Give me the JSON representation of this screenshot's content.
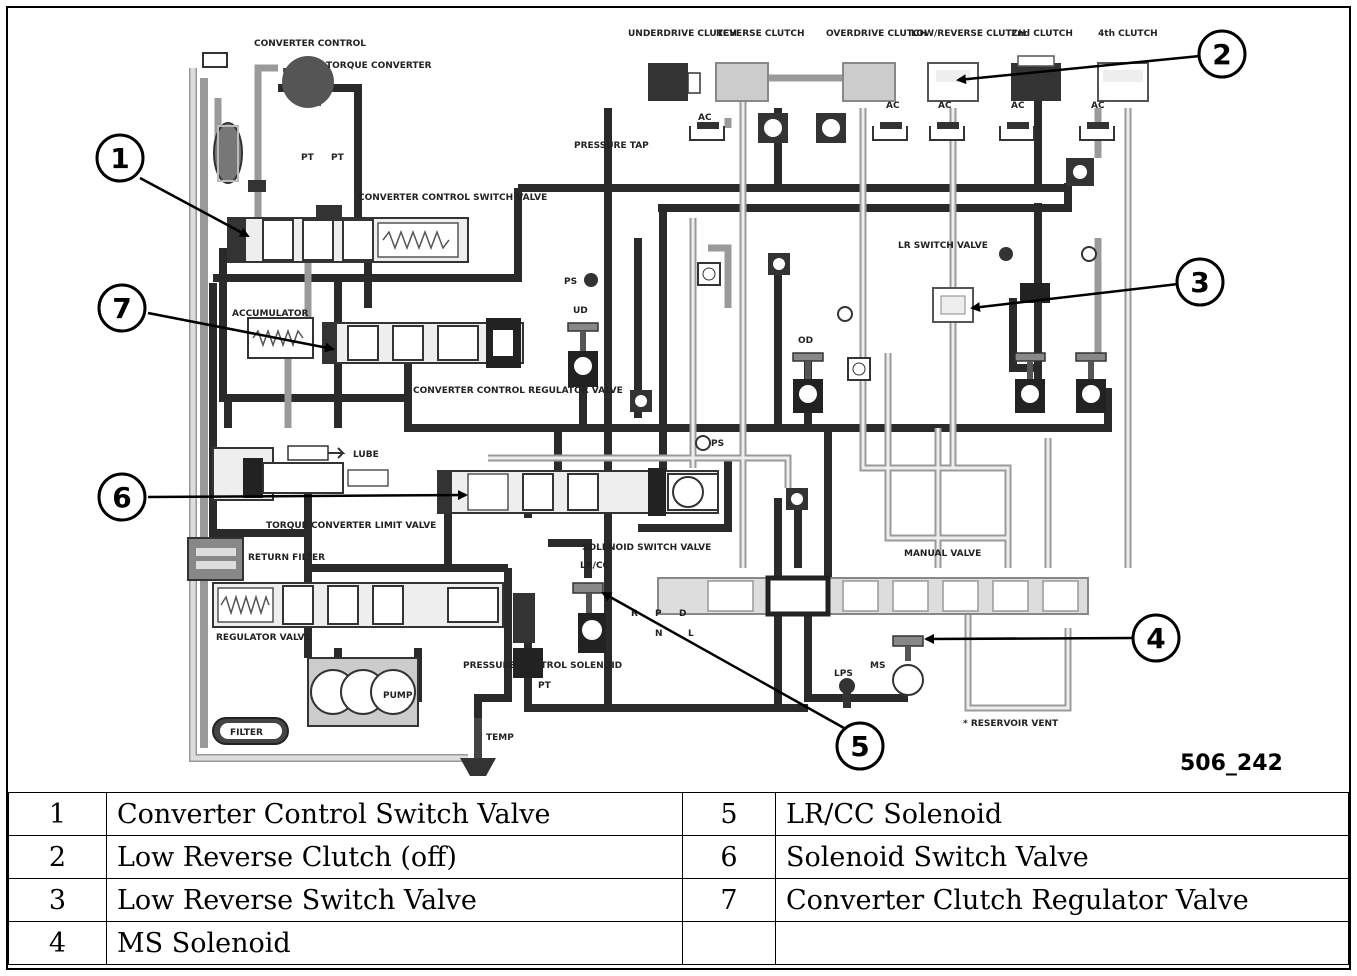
{
  "figure_id": "506_242",
  "callouts": [
    "1",
    "2",
    "3",
    "4",
    "5",
    "6",
    "7"
  ],
  "diagram_labels": {
    "converter_control": "CONVERTER CONTROL",
    "torque_converter": "TORQUE CONVERTER",
    "underdrive_clutch": "UNDERDRIVE CLUTCH",
    "reverse_clutch": "REVERSE CLUTCH",
    "overdrive_clutch": "OVERDRIVE CLUTCH",
    "low_reverse_clutch": "LOW/REVERSE CLUTCH",
    "second_clutch": "2nd CLUTCH",
    "fourth_clutch": "4th CLUTCH",
    "pressure_tap": "PRESSURE TAP",
    "converter_control_switch_valve": "CONVERTER CONTROL SWITCH VALVE",
    "accumulator": "ACCUMULATOR",
    "converter_control_regulator_valve": "CONVERTER CONTROL REGULATOR VALVE",
    "lube": "LUBE",
    "torque_converter_limit_valve": "TORQUE CONVERTER LIMIT VALVE",
    "return_filter": "RETURN FILTER",
    "regulator_valve": "REGULATOR VALVE",
    "solenoid_switch_valve": "SOLENOID SWITCH VALVE",
    "lr_cc": "LR/CC",
    "manual_valve": "MANUAL VALVE",
    "lr_switch_valve": "LR SWITCH VALVE",
    "pressure_control_solenoid": "PRESSURE CONTROL SOLENOID",
    "pump": "PUMP",
    "filter": "FILTER",
    "temp": "TEMP",
    "reservoir_vent": "* RESERVOIR VENT",
    "lps": "LPS",
    "ms": "MS",
    "ud": "UD",
    "od": "OD",
    "ps": "PS",
    "pt": "PT",
    "ac": "AC",
    "gear_positions": [
      "R",
      "P",
      "D",
      "N",
      "L"
    ]
  },
  "legend": [
    {
      "num": "1",
      "label": "Converter Control Switch Valve",
      "num2": "5",
      "label2": "LR/CC Solenoid"
    },
    {
      "num": "2",
      "label": "Low Reverse Clutch (off)",
      "num2": "6",
      "label2": "Solenoid Switch Valve"
    },
    {
      "num": "3",
      "label": "Low Reverse Switch Valve",
      "num2": "7",
      "label2": "Converter Clutch Regulator Valve"
    },
    {
      "num": "4",
      "label": "MS Solenoid",
      "num2": "",
      "label2": ""
    }
  ]
}
